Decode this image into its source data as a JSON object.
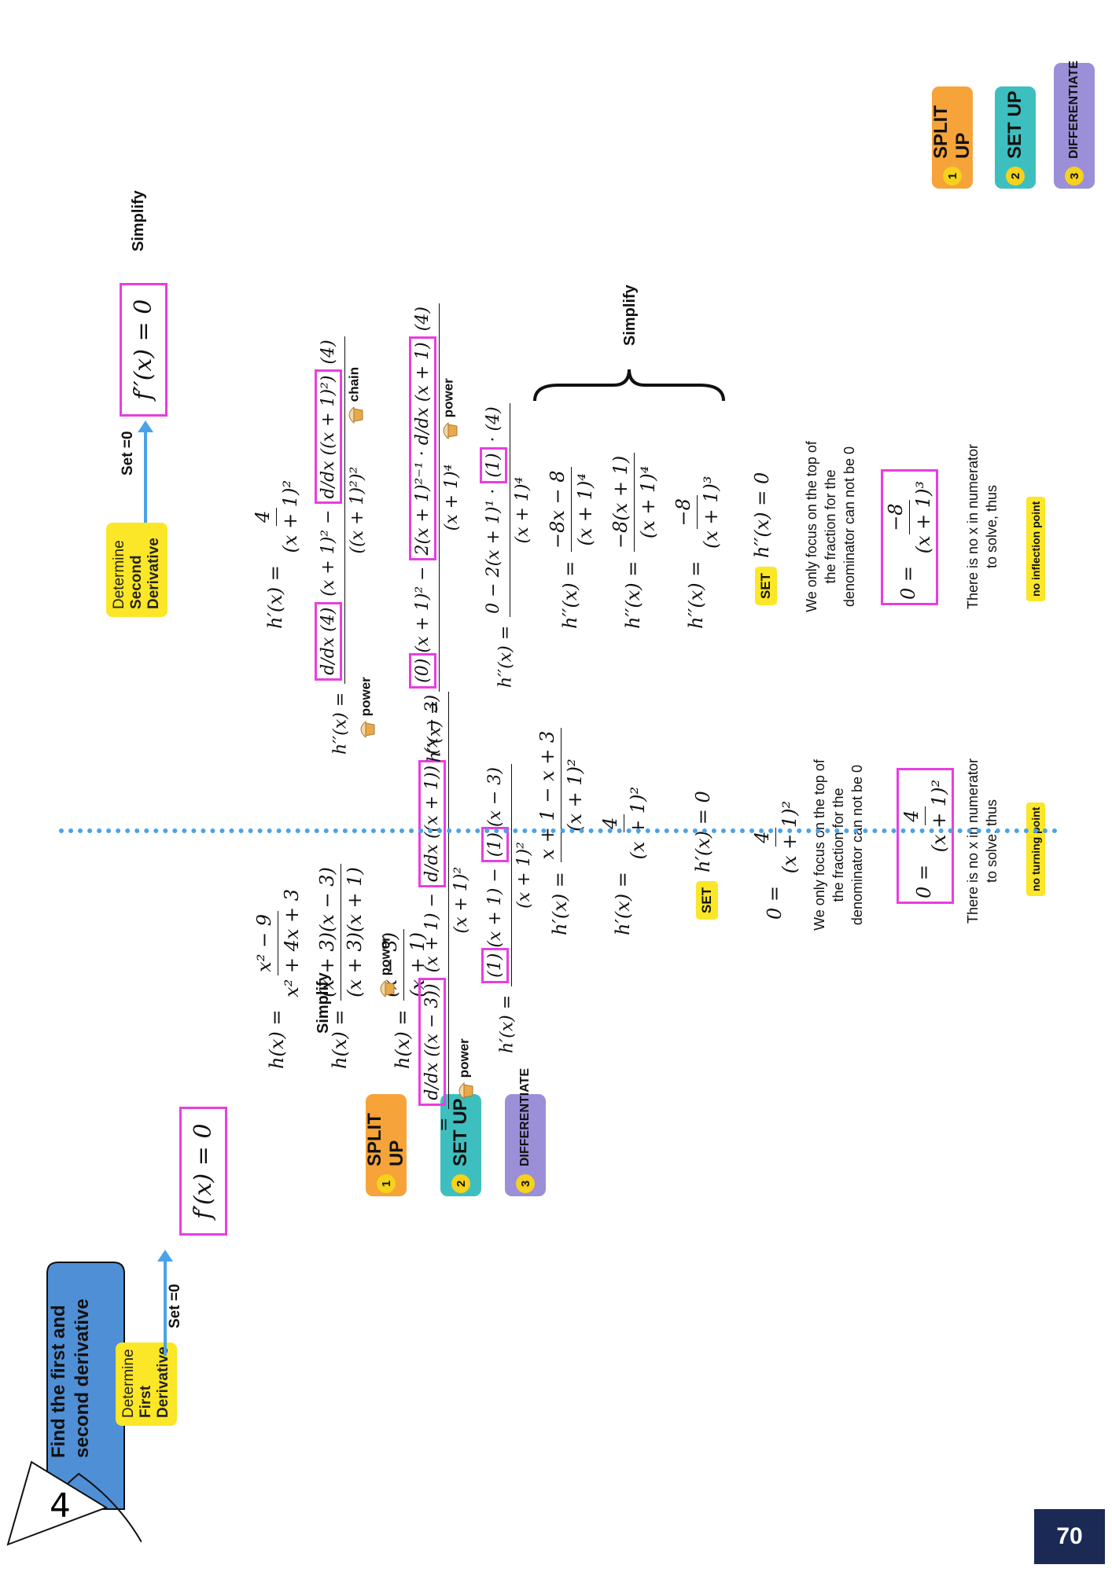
{
  "page_number": "70",
  "section_number": "4",
  "title_line1": "Find the first and",
  "title_line2": "second derivative",
  "left": {
    "determine_line1": "Determine",
    "determine_line2": "First",
    "determine_line3": "Derivative",
    "set_label": "Set =0",
    "target": "f′(x) = 0",
    "steps": [
      "SPLIT UP",
      "SET UP",
      "DIFFERENTIATE"
    ],
    "step_numbers": [
      "1",
      "2",
      "3"
    ],
    "simplify": "Simplify",
    "power_label": "power",
    "set_badge": "SET",
    "set_eq": "h′(x) = 0",
    "note": "We only focus on the top of the fraction for the denominator can not be 0",
    "conclusion": "There is no x in numerator to solve, thus",
    "result": "no turning point"
  },
  "right": {
    "determine_line1": "Determine",
    "determine_line2": "Second",
    "determine_line3": "Derivative",
    "set_label": "Set =0",
    "target": "f′′(x) = 0",
    "steps": [
      "SPLIT UP",
      "SET UP",
      "DIFFERENTIATE"
    ],
    "step_numbers": [
      "1",
      "2",
      "3"
    ],
    "simplify_top": "Simplify",
    "simplify_mid": "Simplify",
    "power_label": "power",
    "chain_label": "chain",
    "set_badge": "SET",
    "set_eq": "h′′(x) = 0",
    "note": "We only focus on the top of the fraction for the denominator can not be 0",
    "conclusion": "There is no x in numerator to solve, thus",
    "result": "no inflection point"
  },
  "colors": {
    "yellow": "#fbe627",
    "orange": "#f6a33a",
    "teal": "#3ebfbf",
    "purple": "#9b8fd8",
    "blue": "#4f8fd6",
    "magenta": "#e83ee0",
    "arrow": "#4aa3e8",
    "navy": "#1b2a55"
  }
}
